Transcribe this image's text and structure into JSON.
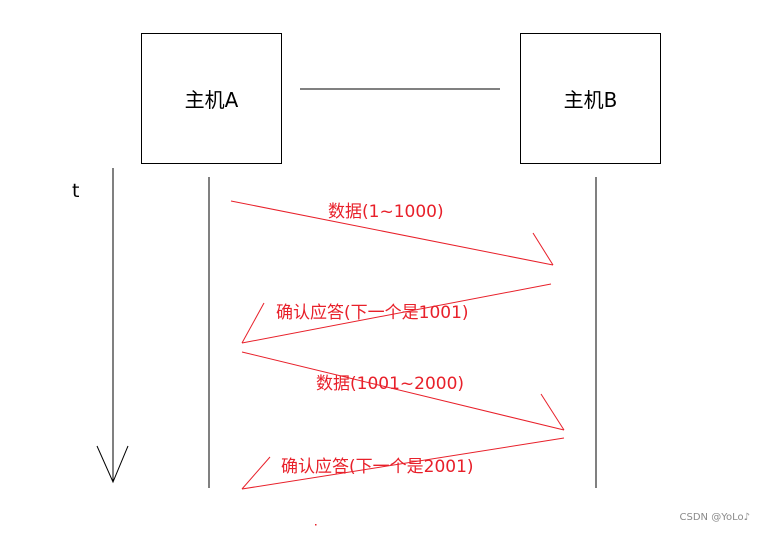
{
  "hosts": {
    "a": "主机A",
    "b": "主机B"
  },
  "time_axis_label": "t",
  "messages": [
    {
      "text": "数据(1~1000)",
      "direction": "A-to-B"
    },
    {
      "text": "确认应答(下一个是1001)",
      "direction": "B-to-A"
    },
    {
      "text": "数据(1001~2000)",
      "direction": "A-to-B"
    },
    {
      "text": "确认应答(下一个是2001)",
      "direction": "B-to-A"
    }
  ],
  "colors": {
    "line": "#000000",
    "arrow": "#e8202a",
    "message_text": "#e8202a"
  },
  "watermark": "CSDN @YoLo♪"
}
